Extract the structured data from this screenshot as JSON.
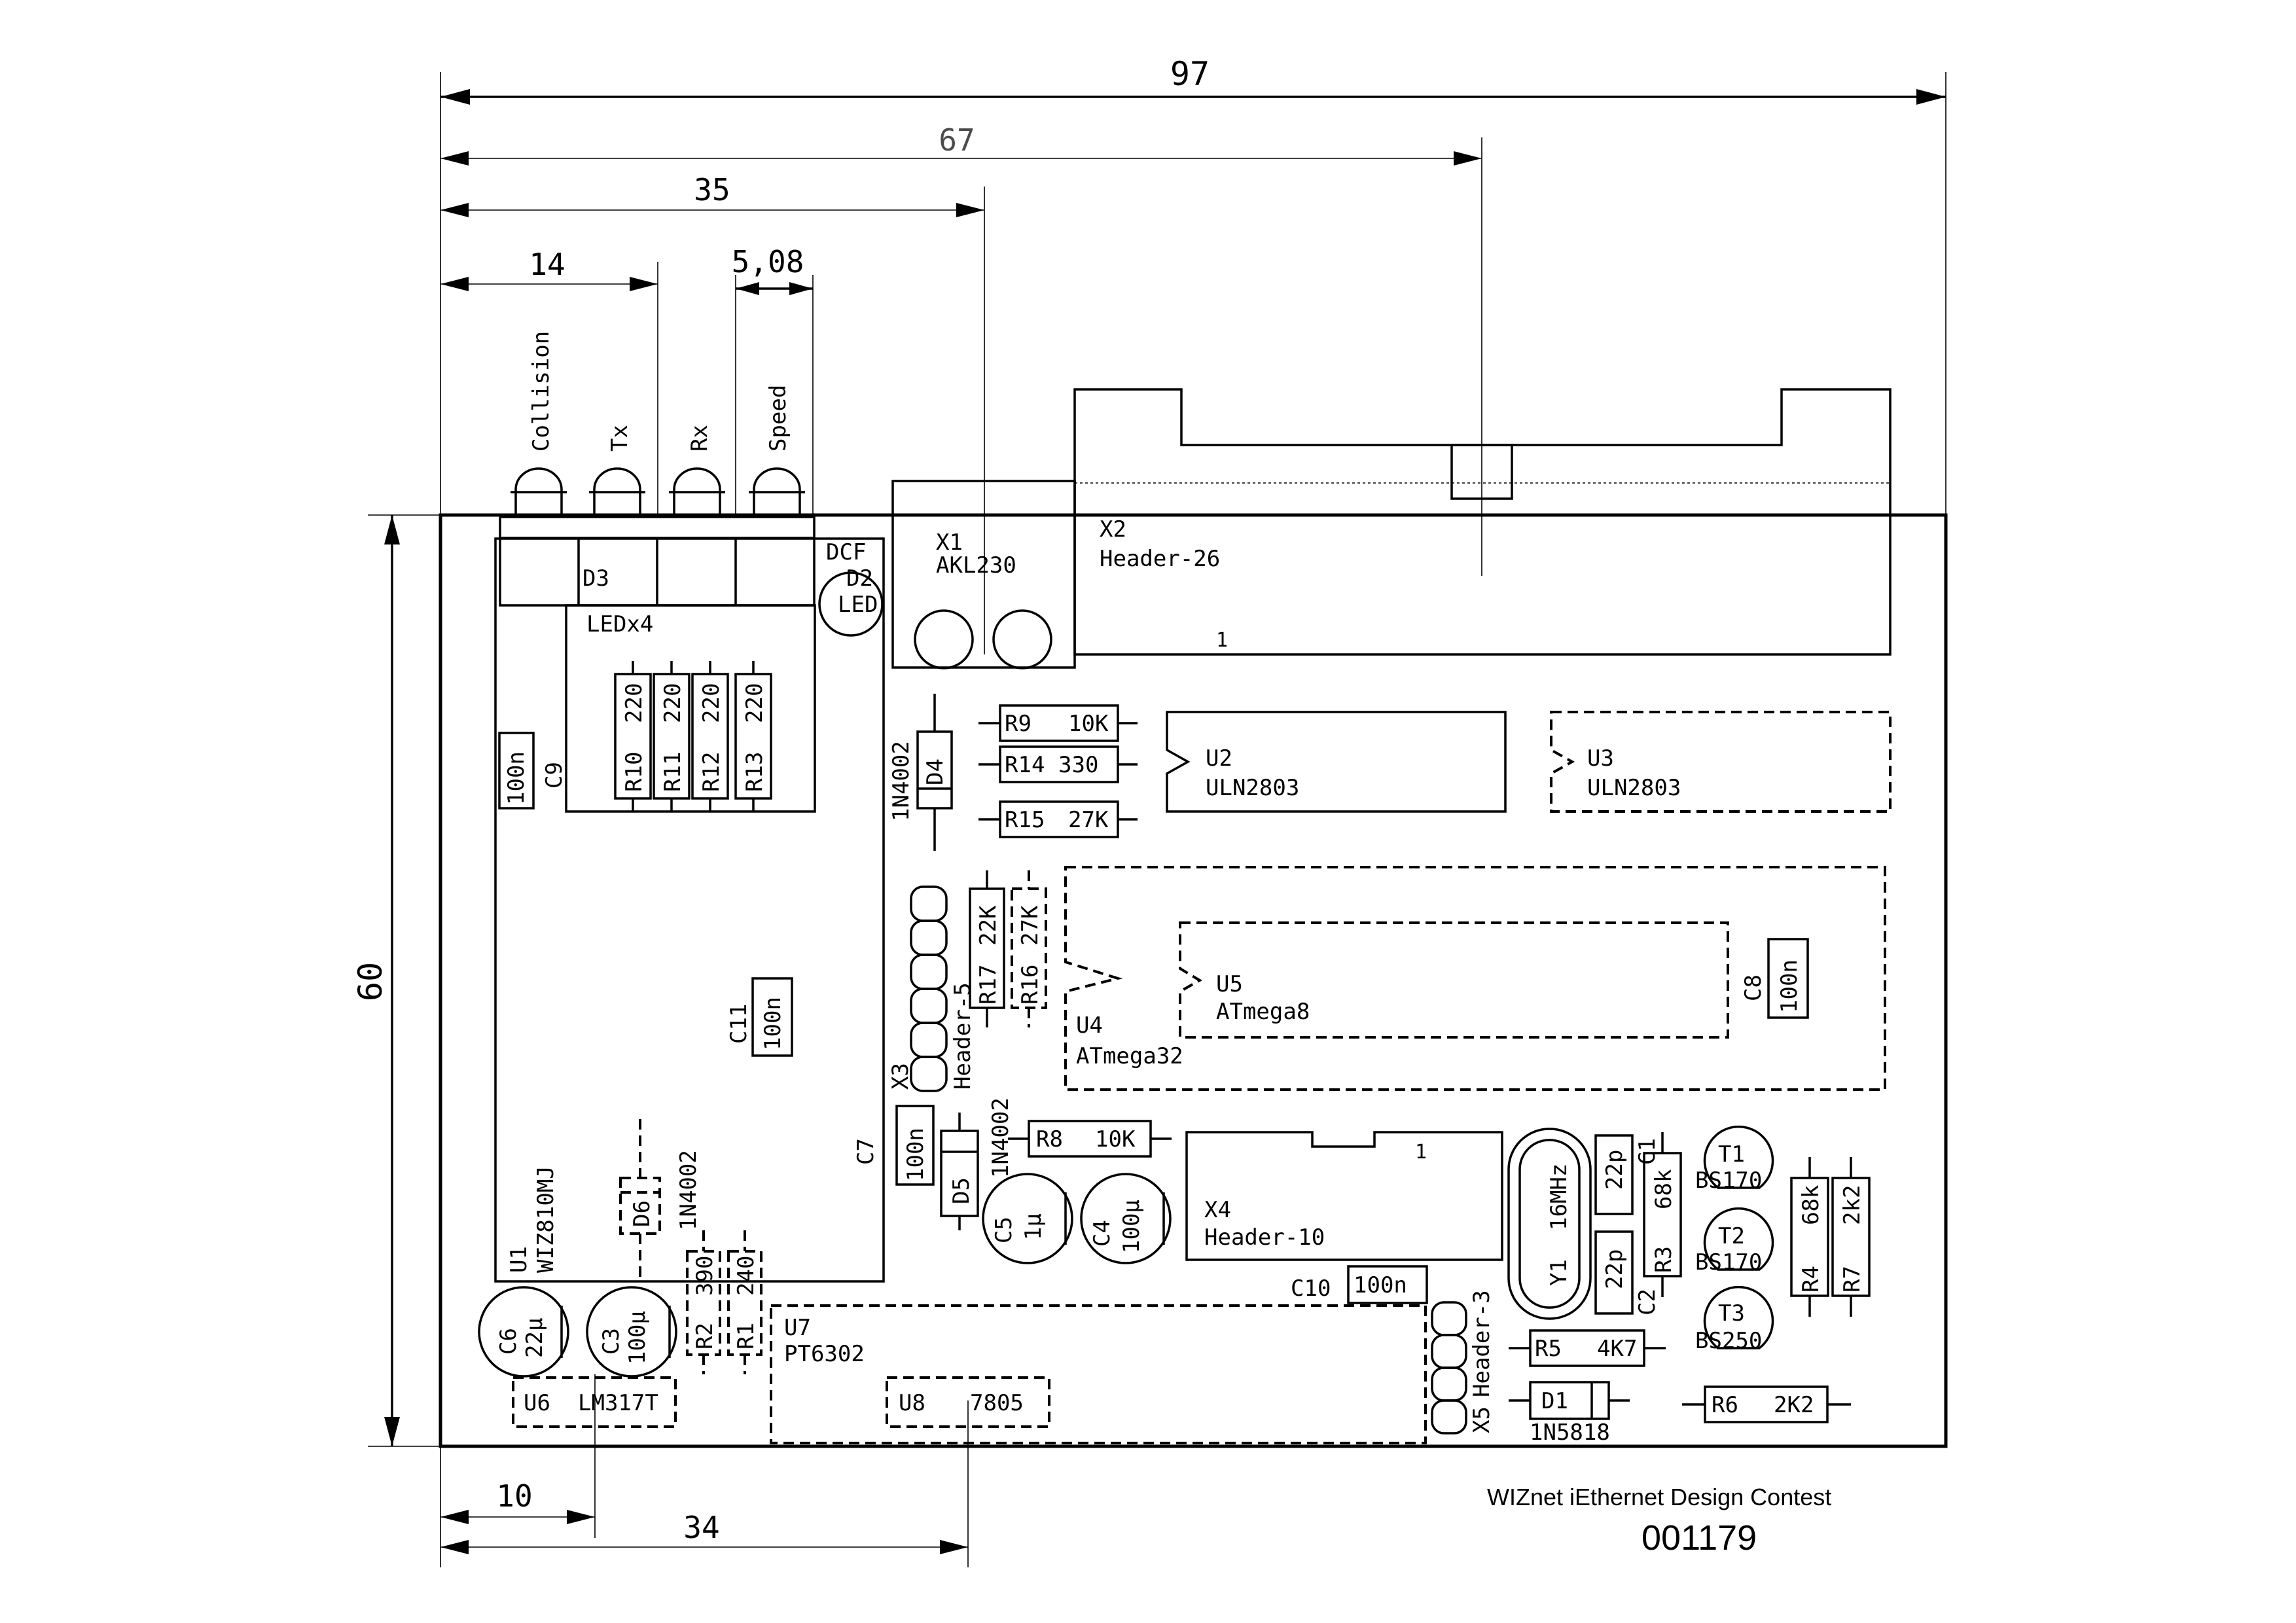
{
  "dimensions": {
    "total_width": "97",
    "x2_offset": "67",
    "x1_offset": "35",
    "led_offset": "14",
    "led_pitch": "5,08",
    "board_height": "60",
    "u6_offset": "10",
    "u8_offset": "34"
  },
  "leds": {
    "collision": "Collision",
    "tx": "Tx",
    "rx": "Rx",
    "speed": "Speed",
    "ref": "D3",
    "value": "LEDx4"
  },
  "components": {
    "d2": {
      "top": "DCF",
      "ref": "D2",
      "value": "LED"
    },
    "x1": {
      "ref": "X1",
      "value": "AKL230"
    },
    "x2": {
      "ref": "X2",
      "value": "Header-26",
      "pin1": "1"
    },
    "c9": {
      "ref": "C9",
      "value": "100n"
    },
    "r10": {
      "ref": "R10",
      "value": "220"
    },
    "r11": {
      "ref": "R11",
      "value": "220"
    },
    "r12": {
      "ref": "R12",
      "value": "220"
    },
    "r13": {
      "ref": "R13",
      "value": "220"
    },
    "d4": {
      "ref": "D4",
      "value": "1N4002"
    },
    "r9": {
      "ref": "R9",
      "value": "10K"
    },
    "r14": {
      "ref": "R14",
      "value": "330"
    },
    "r15": {
      "ref": "R15",
      "value": "27K"
    },
    "u2": {
      "ref": "U2",
      "value": "ULN2803"
    },
    "u3": {
      "ref": "U3",
      "value": "ULN2803"
    },
    "x3": {
      "ref": "X3",
      "value": "Header-5"
    },
    "r17": {
      "ref": "R17",
      "value": "22K"
    },
    "r16": {
      "ref": "R16",
      "value": "27K"
    },
    "u4": {
      "ref": "U4",
      "value": "ATmega32"
    },
    "u5": {
      "ref": "U5",
      "value": "ATmega8"
    },
    "c8": {
      "ref": "C8",
      "value": "100n"
    },
    "c11": {
      "ref": "C11",
      "value": "100n"
    },
    "c7": {
      "ref": "C7",
      "value": "100n"
    },
    "d5": {
      "ref": "D5",
      "value": "1N4002"
    },
    "r8": {
      "ref": "R8",
      "value": "10K"
    },
    "c5": {
      "ref": "C5",
      "value": "1µ"
    },
    "c4": {
      "ref": "C4",
      "value": "100µ"
    },
    "x4": {
      "ref": "X4",
      "value": "Header-10",
      "pin1": "1"
    },
    "y1": {
      "ref": "Y1",
      "value": "16MHz"
    },
    "c1": {
      "ref": "C1",
      "value": "22p"
    },
    "c2": {
      "ref": "C2",
      "value": "22p"
    },
    "r3": {
      "ref": "R3",
      "value": "68k"
    },
    "t1": {
      "ref": "T1",
      "value": "BS170"
    },
    "t2": {
      "ref": "T2",
      "value": "BS170"
    },
    "t3": {
      "ref": "T3",
      "value": "BS250"
    },
    "r4": {
      "ref": "R4",
      "value": "68k"
    },
    "r7": {
      "ref": "R7",
      "value": "2k2"
    },
    "u1": {
      "ref": "U1",
      "value": "WIZ810MJ"
    },
    "d6": {
      "ref": "D6",
      "value": "1N4002"
    },
    "r2": {
      "ref": "R2",
      "value": "390"
    },
    "r1": {
      "ref": "R1",
      "value": "240"
    },
    "c6": {
      "ref": "C6",
      "value": "22µ"
    },
    "c3": {
      "ref": "C3",
      "value": "100µ"
    },
    "u6": {
      "ref": "U6",
      "value": "LM317T"
    },
    "u7": {
      "ref": "U7",
      "value": "PT6302"
    },
    "u8": {
      "ref": "U8",
      "value": "7805"
    },
    "c10": {
      "ref": "C10",
      "value": "100n"
    },
    "x5": {
      "ref": "X5",
      "value": "Header-3"
    },
    "r5": {
      "ref": "R5",
      "value": "4K7"
    },
    "d1": {
      "ref": "D1",
      "value": "1N5818"
    },
    "r6": {
      "ref": "R6",
      "value": "2K2"
    }
  },
  "title_block": {
    "contest": "WIZnet iEthernet Design Contest",
    "number": "001179"
  }
}
